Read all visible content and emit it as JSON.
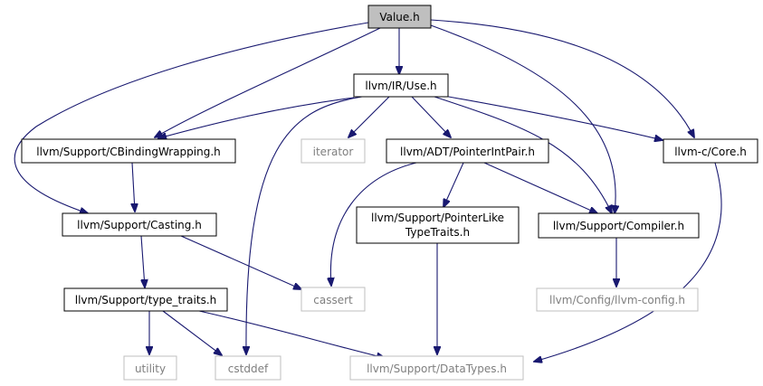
{
  "graph": {
    "colors": {
      "edge": "#191970",
      "root_fill": "#bfbfbf",
      "node_border": "#000000",
      "missing_border": "#bfbfbf",
      "missing_text": "#7f7f7f"
    },
    "nodes": {
      "value_h": {
        "label": "Value.h"
      },
      "use_h": {
        "label": "llvm/IR/Use.h"
      },
      "cbinding_h": {
        "label": "llvm/Support/CBindingWrapping.h"
      },
      "iterator": {
        "label": "iterator"
      },
      "pointerintpair_h": {
        "label": "llvm/ADT/PointerIntPair.h"
      },
      "core_h": {
        "label": "llvm-c/Core.h"
      },
      "casting_h": {
        "label": "llvm/Support/Casting.h"
      },
      "pointerlike_h": {
        "label_line1": "llvm/Support/PointerLike",
        "label_line2": "TypeTraits.h"
      },
      "compiler_h": {
        "label": "llvm/Support/Compiler.h"
      },
      "type_traits_h": {
        "label": "llvm/Support/type_traits.h"
      },
      "cassert": {
        "label": "cassert"
      },
      "llvm_config_h": {
        "label": "llvm/Config/llvm-config.h"
      },
      "utility": {
        "label": "utility"
      },
      "cstddef": {
        "label": "cstddef"
      },
      "datatypes_h": {
        "label": "llvm/Support/DataTypes.h"
      }
    }
  }
}
